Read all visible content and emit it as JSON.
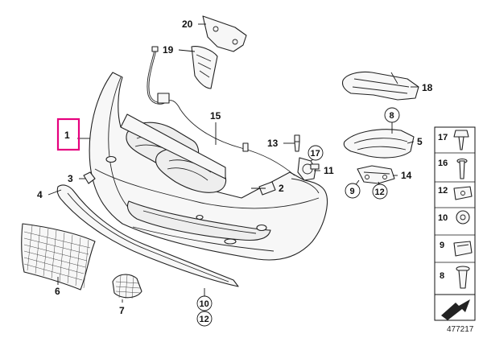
{
  "diagram": {
    "reference_number": "477217",
    "highlighted_part": "1",
    "callouts": {
      "p1": "1",
      "p2": "2",
      "p3": "3",
      "p4": "4",
      "p5": "5",
      "p6": "6",
      "p7": "7",
      "p8": "8",
      "p9": "9",
      "p10_12": [
        "10",
        "12"
      ],
      "p11": "11",
      "p13": "13",
      "p14": "14",
      "p15": "15",
      "p17": "17",
      "p18": "18",
      "p19": "19",
      "p20": "20",
      "p9b": "9",
      "p12b": "12"
    },
    "fastener_panel": [
      "17",
      "16",
      "12",
      "10",
      "9",
      "8"
    ],
    "highlight_color": "#e6007e",
    "line_color": "#222222"
  }
}
